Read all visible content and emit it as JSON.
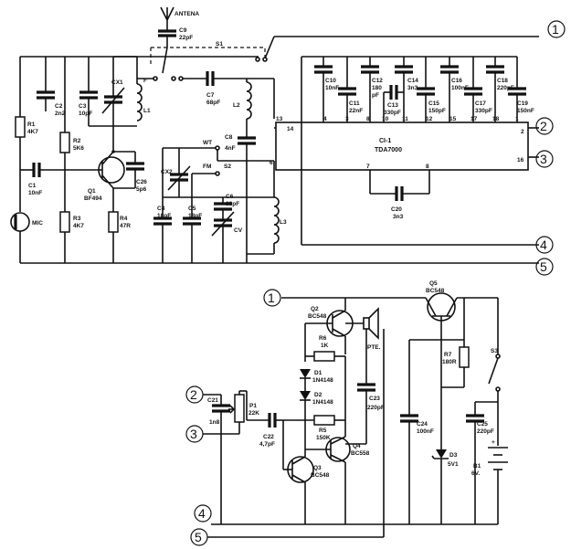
{
  "antenna": {
    "label": "ANTENA"
  },
  "connectors": [
    "1",
    "2",
    "3",
    "4",
    "5"
  ],
  "ic": {
    "ref": "CI-1",
    "part": "TDA7000",
    "pins_top": [
      "13",
      "14",
      "4",
      "3",
      "8",
      "10",
      "11",
      "12",
      "15",
      "17",
      "18",
      "1"
    ],
    "pin_right_2": "2",
    "pin_right_16": "16",
    "pin_left_6": "6",
    "pins_bottom": [
      "7",
      "8"
    ]
  },
  "switch": {
    "s1": "S1",
    "s2": "S2",
    "f": "F",
    "wt": "WT",
    "fm": "FM"
  },
  "components": {
    "c1": [
      "C1",
      "10nF"
    ],
    "c2": [
      "C2",
      "2n2"
    ],
    "c3": [
      "C3",
      "10pF"
    ],
    "c4": [
      "C4",
      "10pF"
    ],
    "c5": [
      "C5",
      "18pF"
    ],
    "c6": [
      "C6",
      "33pF"
    ],
    "c7": [
      "C7",
      "68pF"
    ],
    "c8": [
      "C8",
      "4nF"
    ],
    "c9": [
      "C9",
      "22pF"
    ],
    "c10": [
      "C10",
      "10nF"
    ],
    "c11": [
      "C11",
      "22nF"
    ],
    "c12": [
      "C12",
      "180",
      "pF"
    ],
    "c13": [
      "C13",
      "330pF"
    ],
    "c14": [
      "C14",
      "3n3"
    ],
    "c15": [
      "C15",
      "150pF"
    ],
    "c16": [
      "C16",
      "100nF"
    ],
    "c17": [
      "C17",
      "330pF"
    ],
    "c18": [
      "C18",
      "220pF"
    ],
    "c19": [
      "C19",
      "150nF"
    ],
    "c20": [
      "C20",
      "3n3"
    ],
    "c21": [
      "C21",
      "1n8"
    ],
    "c22": [
      "C22",
      "4,7pF"
    ],
    "c23": [
      "C23",
      "220pF"
    ],
    "c24": [
      "C24",
      "100nF"
    ],
    "c25": [
      "C25",
      "220pF"
    ],
    "c26": [
      "C26",
      "5p6"
    ],
    "cx1": "CX1",
    "cx2": "CX2",
    "cv": "CV",
    "r1": [
      "R1",
      "4K7"
    ],
    "r2": [
      "R2",
      "5K6"
    ],
    "r3": [
      "R3",
      "4K7"
    ],
    "r4": [
      "R4",
      "47R"
    ],
    "r5": [
      "R5",
      "150K"
    ],
    "r6": [
      "R6",
      "1K"
    ],
    "r7": [
      "R7",
      "180R"
    ],
    "p1": [
      "P1",
      "22K"
    ],
    "l1": "L1",
    "l2": "L2",
    "l3": "L3",
    "q1": [
      "Q1",
      "BF494"
    ],
    "q2": [
      "Q2",
      "BC548"
    ],
    "q3": [
      "Q3",
      "BC548"
    ],
    "q4": [
      "Q4",
      "BC558"
    ],
    "q5": [
      "Q5",
      "BC548"
    ],
    "d1": [
      "D1",
      "1N4148"
    ],
    "d2": [
      "D2",
      "1N4148"
    ],
    "d3": [
      "D3",
      "5V1"
    ],
    "s3": "S3",
    "b1": [
      "B1",
      "6V."
    ],
    "mic": "MIC",
    "pte": "PTE."
  }
}
